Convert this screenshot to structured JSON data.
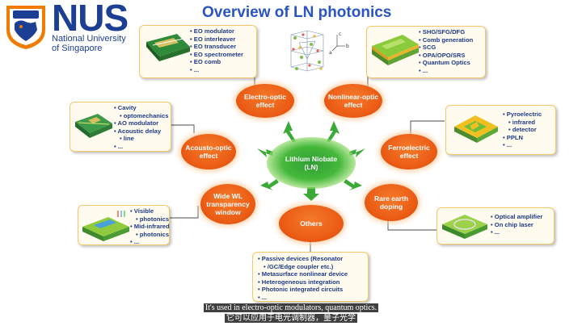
{
  "header": {
    "logo_text": "NUS",
    "logo_subtitle_1": "National University",
    "logo_subtitle_2": "of Singapore",
    "title": "Overview of LN photonics"
  },
  "center": {
    "line1": "Lithium Niobate",
    "line2": "(LN)"
  },
  "bubbles": {
    "electro_optic": [
      "Electro-optic",
      "effect"
    ],
    "nonlinear_optic": [
      "Nonlinear-optic",
      "effect"
    ],
    "acousto_optic": [
      "Acousto-optic",
      "effect"
    ],
    "ferroelectric": [
      "Ferroelectric",
      "effect"
    ],
    "wide_wl": [
      "Wide WL",
      "transparency",
      "window"
    ],
    "rare_earth": [
      "Rare earth",
      "doping"
    ],
    "others": [
      "Others"
    ]
  },
  "boxes": {
    "eo": [
      "EO modulator",
      "EO interleaver",
      "EO transducer",
      "EO spectrometer",
      "EO comb",
      "..."
    ],
    "nl": [
      "SHG/SFG/DFG",
      "Comb generation",
      "SCG",
      "OPA/OPO/SRS",
      "Quantum Optics",
      "..."
    ],
    "ao": [
      "Cavity optomechanics",
      "AO modulator",
      "Acoustic delay line",
      "..."
    ],
    "fe": [
      "Pyroelectric infrared detector",
      "PPLN",
      "..."
    ],
    "wl": [
      "Visible photonics",
      "Mid-infrared photonics",
      "..."
    ],
    "re": [
      "Optical amplifier",
      "On chip laser",
      "..."
    ],
    "others": [
      "Passive devices (Resonator /GC/Edge coupler etc.)",
      "Metasurface nonlinear device",
      "Heterogeneous integration",
      "Photonic integrated circuits",
      "..."
    ]
  },
  "crystal_axes": {
    "a": "a",
    "b": "b",
    "c": "c"
  },
  "subtitles": {
    "english": "It's used in electro-optic modulators, quantum optics.",
    "chinese": "它可以应用于电光调制器，量子光学"
  },
  "colors": {
    "nus_blue": "#1c3f94",
    "nus_orange": "#ef7c00",
    "title_blue": "#2a54c4",
    "bubble_orange": "#ec5d15",
    "center_green": "#2f9f34",
    "box_border": "#f5c76a"
  }
}
